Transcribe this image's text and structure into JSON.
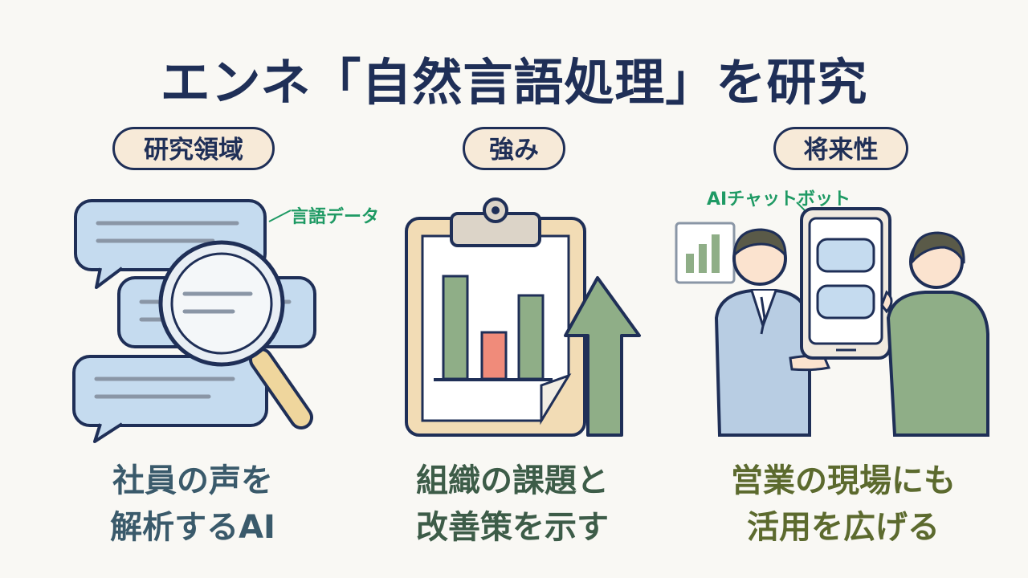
{
  "title": "エンネ「自然言語処理」を研究",
  "columns": [
    {
      "heading": "研究領域",
      "annotation": "言語データ",
      "caption_lines": [
        "社員の声を",
        "解析するAI"
      ],
      "caption_color": "#3a5a6b"
    },
    {
      "heading": "強み",
      "caption_lines": [
        "組織の課題と",
        "改善策を示す"
      ],
      "caption_color": "#3d5c48"
    },
    {
      "heading": "将来性",
      "annotation": "AIチャットボット",
      "caption_lines": [
        "営業の現場にも",
        "活用を広げる"
      ],
      "caption_color": "#5c6a2e"
    }
  ],
  "colors": {
    "navy": "#1f2f57",
    "bubble_blue": "#c5dbef",
    "chart_green": "#8fae87",
    "chart_red": "#f08b7a",
    "pill_bg": "#f7ead8",
    "annotation_green": "#1f9a64"
  },
  "icons": [
    "speech-bubble-icon",
    "magnifier-icon",
    "clipboard-chart-icon",
    "up-arrow-icon",
    "smartphone-chat-icon",
    "businessman-icon",
    "mini-bar-chart-icon"
  ]
}
